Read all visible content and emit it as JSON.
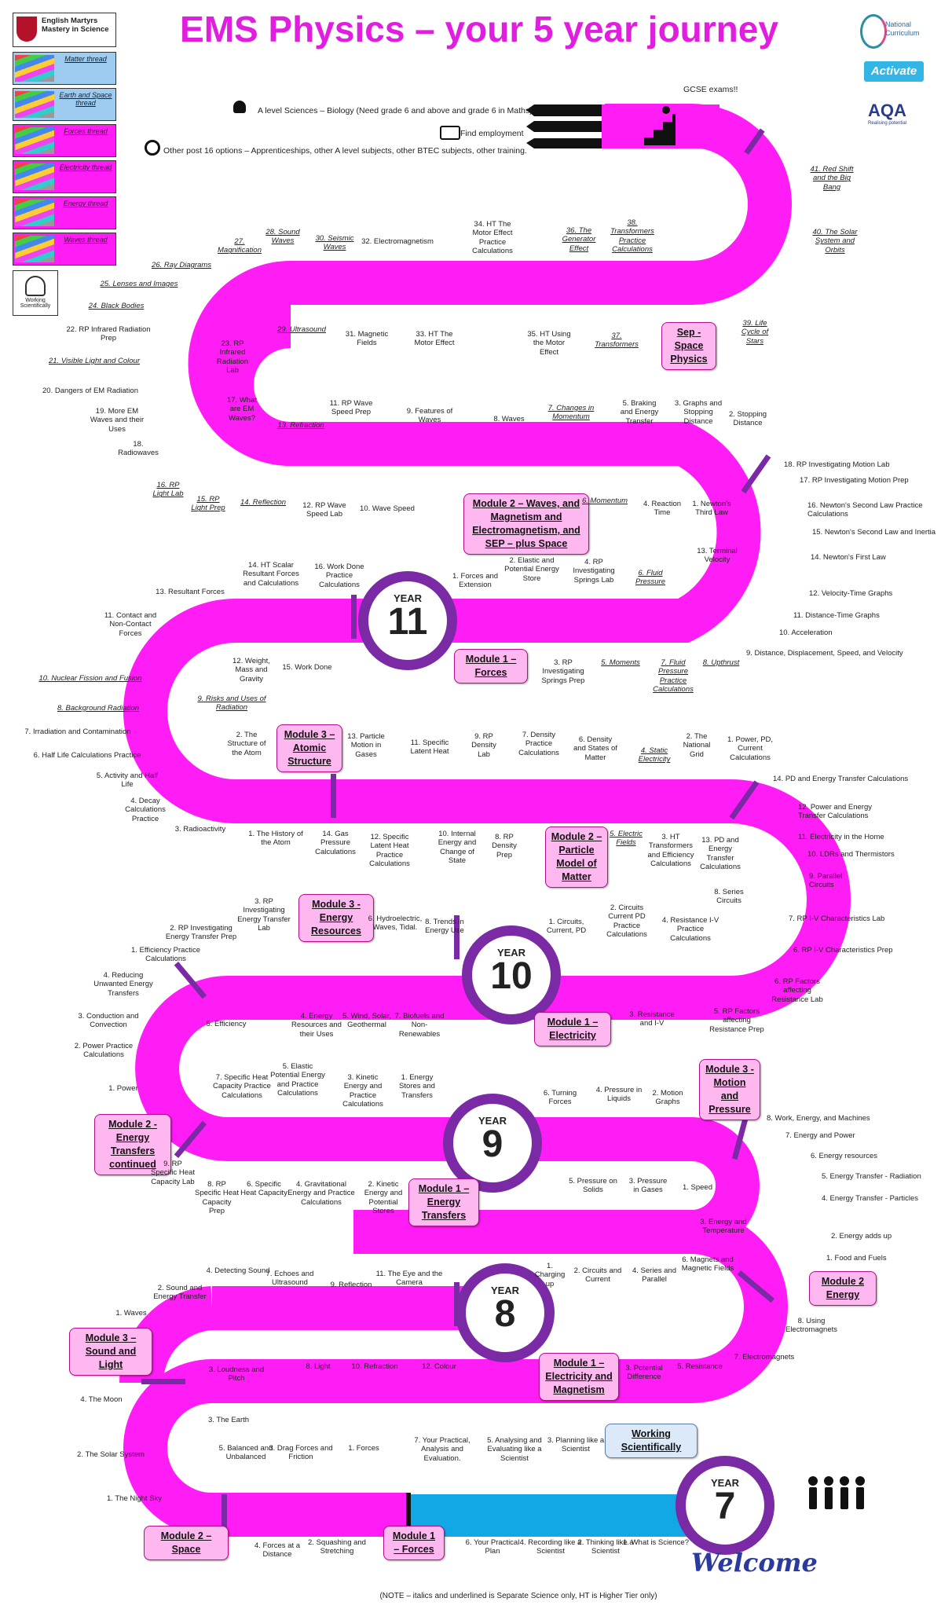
{
  "title": "EMS Physics – your 5 year journey",
  "school": {
    "logo_text": "English Martyrs Mastery in Science"
  },
  "partners": {
    "nc": "National Curriculum",
    "activate": "Activate",
    "aqa": "AQA",
    "aqa_tag": "Realising potential"
  },
  "threads": [
    "Matter thread",
    "Earth and Space thread",
    "Forces thread",
    "Electricity thread",
    "Energy thread",
    "Waves thread"
  ],
  "ws_icon": "Working Scientifically",
  "exams": "GCSE exams!!",
  "options": {
    "alevel": "A level Sciences – Biology (Need grade 6 and above and grade 6 in Maths)",
    "employ": "Find employment",
    "other": "Other post 16 options – Apprenticeships, other A level subjects, other BTEC subjects, other training."
  },
  "years": {
    "label": "YEAR",
    "y7": "7",
    "y8": "8",
    "y9": "9",
    "y10": "10",
    "y11": "11"
  },
  "modules": {
    "ws": "Working Scientifically",
    "y7_forces": "Module 1 – Forces",
    "y7_space": "Module 2 – Space",
    "y8_sound": "Module 3 – Sound and Light",
    "y8_elec": "Module 1 – Electricity and Magnetism",
    "y8_energy": "Module 2 Energy",
    "y9_transfers_cont": "Module 2 - Energy Transfers continued",
    "y9_transfers": "Module 1 – Energy Transfers",
    "y9_motion": "Module 3 - Motion and Pressure",
    "y10_elec": "Module 1 – Electricity",
    "y10_energy_res": "Module 3 - Energy Resources",
    "y10_atomic": "Module 3 – Atomic Structure",
    "y10_particle": "Module 2 – Particle Model of Matter",
    "y11_forces": "Module 1 – Forces",
    "y11_waves": "Module 2 – Waves, and Magnetism and Electromagnetism, and SEP – plus Space",
    "y11_space": "Sep - Space Physics"
  },
  "welcome": "Welcome",
  "note": "(NOTE – italics and underlined is Separate Science only, HT is Higher Tier only)",
  "labels": {
    "l1": "1. What is Science?",
    "l2": "2. Thinking like a Scientist",
    "l3": "3. Planning like a Scientist",
    "l4": "4. Recording like a Scientist",
    "l5": "5. Analysing and Evaluating like a Scientist",
    "l6": "6. Your Practical Plan",
    "l7": "7. Your Practical, Analysis and Evaluation.",
    "f1": "1. Forces",
    "f2": "2. Squashing and Stretching",
    "f3": "3. Drag Forces and Friction",
    "f4": "4. Forces at a Distance",
    "f5": "5. Balanced and Unbalanced",
    "s1": "1. The Night Sky",
    "s2": "2. The Solar System",
    "s3": "3. The Earth",
    "s4": "4. The Moon",
    "w1": "1. Waves",
    "w2": "2. Sound and Energy Transfer",
    "w3": "3. Loudness and Pitch",
    "w4": "4. Detecting Sound",
    "w7": "7. Echoes and Ultrasound",
    "w8": "8. Light",
    "w9": "9. Reflection",
    "w10": "10. Refraction",
    "w11": "11. The Eye and the Camera",
    "w12": "12. Colour",
    "e1": "1. Charging up",
    "e2": "2. Circuits and Current",
    "e3": "3. Potential Difference",
    "e4": "4. Series and Parallel",
    "e5": "5. Resistance",
    "e6": "6. Magnets and Magnetic Fields",
    "e7": "7. Electromagnets",
    "e8": "8. Using Electromagnets",
    "g1": "1. Food and Fuels",
    "g2": "2. Energy adds up",
    "g3": "3. Energy and Temperature",
    "g4": "4. Energy Transfer - Particles",
    "g5": "5. Energy Transfer - Radiation",
    "g6": "6. Energy resources",
    "g7": "7. Energy and Power",
    "g8": "8. Work, Energy, and Machines",
    "m1": "1. Speed",
    "m2": "2. Motion Graphs",
    "m3": "3. Pressure in Gases",
    "m4": "4. Pressure in Liquids",
    "m5": "5. Pressure on Solids",
    "m6": "6. Turning Forces",
    "t1": "1. Energy Stores and Transfers",
    "t2": "2. Kinetic Energy and Potential Stores",
    "t3": "3. Kinetic Energy and Practice Calculations",
    "t4": "4. Gravitational Energy and Practice Calculations",
    "t5": "5. Elastic Potential Energy and Practice Calculations",
    "t6": "6. Specific Heat Capacity",
    "t7": "7. Specific Heat Capacity Practice Calculations",
    "t8": "8. RP Specific Heat Capacity Prep",
    "t9": "9. RP Specific Heat Capacity Lab",
    "c1": "1. Power",
    "c2": "2. Power Practice Calculations",
    "c3": "3. Conduction and Convection",
    "c4": "4. Reducing Unwanted Energy Transfers",
    "c5": "5. Efficiency",
    "c1e": "1. Efficiency Practice Calculations",
    "c2r": "2. RP Investigating Energy Transfer Prep",
    "c3r": "3. RP Investigating Energy Transfer Lab",
    "r4": "4. Energy Resources and their Uses",
    "r5": "5. Wind, Solar, Geothermal",
    "r6": "6. Hydroelectric, Waves, Tidal.",
    "r7": "7. Biofuels and Non-Renewables",
    "r8": "8. Trends in Energy Use",
    "q1": "1. Circuits, Current, PD",
    "q2": "2. Circuits Current PD Practice Calculations",
    "q3": "3. Resistance and I-V",
    "q4": "4. Resistance I-V Practice Calculations",
    "q5": "5. RP Factors affecting Resistance Prep",
    "q6": "6. RP Factors affecting Resistance Lab",
    "q6b": "6. RP I-V Characteristics Prep",
    "q7": "7. RP I-V Characteristics Lab",
    "q8": "8. Series Circuits",
    "q9": "9. Parallel Circuits",
    "q10": "10. LDRs and Thermistors",
    "q11": "11. Electricity in the Home",
    "q12": "12. Power and Energy Transfer Calculations",
    "q13": "13. PD and Energy Transfer Calculations",
    "q14": "14. PD and Energy Transfer Calculations",
    "p1": "1. Power, PD, Current Calculations",
    "p2": "2. The National Grid",
    "p3": "3. HT Transformers and Efficiency Calculations",
    "p4": "4. Static Electricity",
    "p5": "5. Electric Fields",
    "p6": "6. Density and States of Matter",
    "p7": "7. Density Practice Calculations",
    "p8": "8. RP Density Prep",
    "p9": "9. RP Density Lab",
    "p10": "10. Internal Energy and Change of State",
    "p11": "11. Specific Latent Heat",
    "p12": "12. Specific Latent Heat Practice Calculations",
    "p13": "13. Particle Motion in Gases",
    "p14": "14. Gas Pressure Calculations",
    "a1": "1. The History of the Atom",
    "a2": "2. The Structure of the Atom",
    "a3": "3. Radioactivity",
    "a4": "4. Decay Calculations Practice",
    "a5": "5. Activity and Half Life",
    "a6": "6. Half Life Calculations Practice",
    "a7": "7. Irradiation and Contamination",
    "a8": "8. Background Radiation",
    "a9": "9. Risks and Uses of Radiation",
    "a10": "10. Nuclear Fission and Fusion",
    "y1": "1. Forces and Extension",
    "y2": "2. Elastic and Potential Energy Store",
    "y3": "3. RP Investigating Springs Prep",
    "y4": "4. RP Investigating Springs Lab",
    "y5": "5. Moments",
    "y6": "6. Fluid Pressure",
    "y7": "7. Fluid Pressure Practice Calculations",
    "y8": "8. Upthrust",
    "y9": "9. Distance, Displacement, Speed, and Velocity",
    "y10": "10. Acceleration",
    "y11": "11. Distance-Time Graphs",
    "y12": "12. Velocity-Time Graphs",
    "y13": "13. Terminal Velocity",
    "y14": "14. Newton's First Law",
    "y15": "15. Newton's Second Law and Inertia",
    "y16": "16. Newton's Second Law Practice Calculations",
    "y17": "17. RP Investigating Motion Prep",
    "y18": "18. RP Investigating Motion Lab",
    "z1": "1. Newton's Third Law",
    "z2": "2. Stopping Distance",
    "z3": "3. Graphs and Stopping Distance",
    "z4": "4. Reaction Time",
    "z5": "5. Braking and Energy Transfer",
    "z6": "6. Momentum",
    "z7": "7. Changes in Momentum",
    "z8": "8. Waves",
    "z9": "9. Features of Waves",
    "z10": "10. Wave Speed",
    "z11": "11. RP Wave Speed Prep",
    "z12": "12. RP Wave Speed Lab",
    "z13": "13. Resultant Forces",
    "z14": "14. HT Scalar Resultant Forces and Calculations",
    "z15": "15. Work Done",
    "z16": "16. Work Done Practice Calculations",
    "z11c": "11. Contact and Non-Contact Forces",
    "z12w": "12. Weight, Mass and Gravity",
    "v13": "13. Refraction",
    "v14": "14. Reflection",
    "v15": "15. RP Light Prep",
    "v16": "16. RP Light Lab",
    "v17": "17. What are EM Waves?",
    "v18": "18. Radiowaves",
    "v19": "19. More EM Waves and their Uses",
    "v20": "20. Dangers of EM Radiation",
    "v21": "21. Visible Light and Colour",
    "v22": "22. RP Infrared Radiation Prep",
    "v23": "23. RP Infrared Radiation Lab",
    "v24": "24. Black Bodies",
    "v25": "25. Lenses and Images",
    "v26": "26. Ray Diagrams",
    "v27": "27. Magnification",
    "v28": "28. Sound Waves",
    "v29": "29. Ultrasound",
    "v30": "30. Seismic Waves",
    "v31": "31. Magnetic Fields",
    "v32": "32. Electromagnetism",
    "v33": "33. HT The Motor Effect",
    "v34": "34. HT The Motor Effect Practice Calculations",
    "v35": "35. HT Using the Motor Effect",
    "v36": "36. The Generator Effect",
    "v37": "37. Transformers",
    "v38": "38. Transformers Practice Calculations",
    "v39": "39. Life Cycle of Stars",
    "v40": "40. The Solar System and Orbits",
    "v41": "41. Red Shift and the Big Bang"
  }
}
